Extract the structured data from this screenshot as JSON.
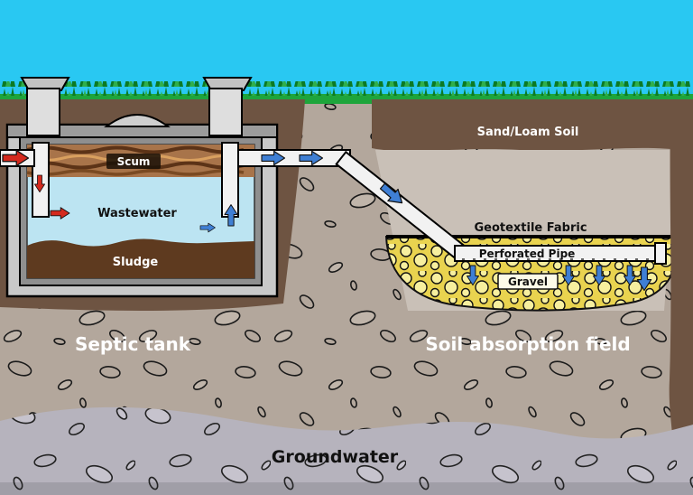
{
  "diagram": {
    "regions": {
      "septic_tank_label": "Septic tank",
      "absorption_field_label": "Soil absorption field",
      "groundwater_label": "Groundwater",
      "sand_loam_label": "Sand/Loam Soil"
    },
    "tank": {
      "scum_label": "Scum",
      "wastewater_label": "Wastewater",
      "sludge_label": "Sludge"
    },
    "field": {
      "geotextile_label": "Geotextile Fabric",
      "perforated_pipe_label": "Perforated Pipe",
      "gravel_label": "Gravel"
    }
  },
  "colors": {
    "sky": "#29c8f2",
    "grass": "#1ea53b",
    "grass_dark": "#0c7a24",
    "soil": "#b3a79c",
    "soil_dark": "#6e5442",
    "trench_fill": "#c9c0b7",
    "gravel_bg": "#e9d34f",
    "tank_concrete": "#c9c9c9",
    "tank_inner_frame": "#8f8f8f",
    "wastewater_blue": "#bce4f2",
    "scum_brown": "#a8744a",
    "sludge_brown": "#5e3a1f",
    "pipe_white": "#f2f2f2",
    "groundwater_gray": "#b6b3bd",
    "arrow_red": "#d42a1e",
    "arrow_blue": "#3f7fd4"
  }
}
